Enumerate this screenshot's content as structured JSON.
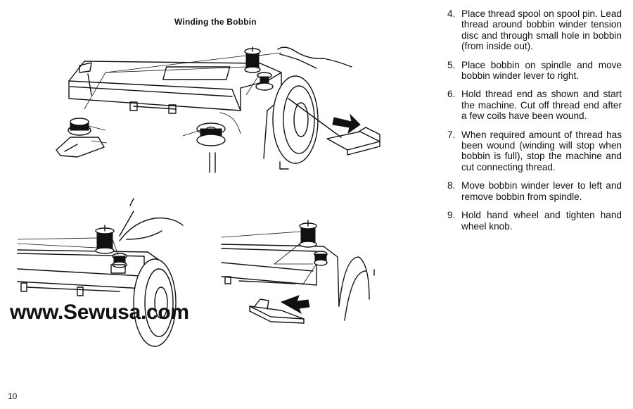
{
  "page": {
    "title": "Winding the Bobbin",
    "watermark": "www.Sewusa.com",
    "page_number": "10"
  },
  "steps": [
    {
      "num": "4.",
      "text": "Place thread spool on spool pin. Lead thread around bobbin winder tension disc and through small hole in bobbin (from inside out)."
    },
    {
      "num": "5.",
      "text": "Place bobbin on spindle and move bobbin winder lever to right."
    },
    {
      "num": "6.",
      "text": "Hold thread end as shown and start the machine. Cut off thread end after a few coils have been wound."
    },
    {
      "num": "7.",
      "text": "When required amount of thread has been wound (winding will stop when bobbin is full), stop the machine and cut connecting thread."
    },
    {
      "num": "8.",
      "text": "Move bobbin winder lever to left and remove bobbin from spindle."
    },
    {
      "num": "9.",
      "text": "Hold hand wheel and tighten hand wheel knob."
    }
  ]
}
